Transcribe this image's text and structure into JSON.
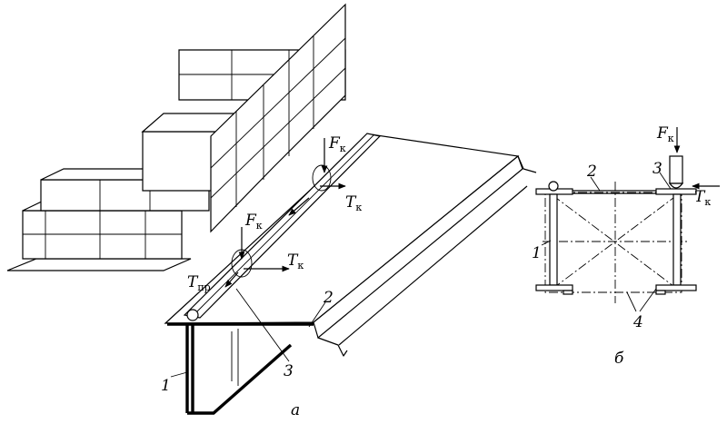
{
  "labels": {
    "force_main": "F",
    "force_sub": "к",
    "traction_main": "T",
    "traction_sub": "к",
    "transverse_main": "T",
    "transverse_sub": "пр",
    "num1": "1",
    "num2": "2",
    "num3": "3",
    "num4": "4",
    "caption_a": "а",
    "caption_b": "б"
  }
}
